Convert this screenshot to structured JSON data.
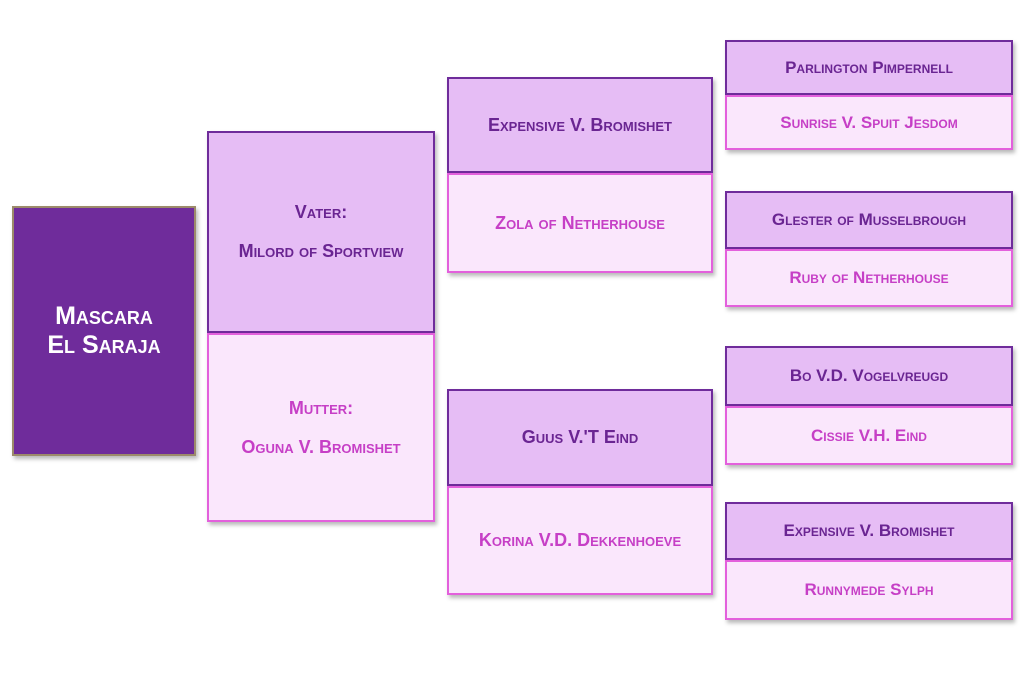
{
  "subject": {
    "line1": "Mascara",
    "line2": "El Saraja"
  },
  "parents": {
    "sire": {
      "label": "Vater:",
      "name": "Milord of Sportview"
    },
    "dam": {
      "label": "Mutter:",
      "name": "Oguna V. Bromishet"
    }
  },
  "grandparents": {
    "paternal_sire": "Expensive V. Bromishet",
    "paternal_dam": "Zola of Netherhouse",
    "maternal_sire": "Guus V.'T Eind",
    "maternal_dam": "Korina V.D. Dekkenhoeve"
  },
  "great_grandparents": [
    {
      "sire": "Parlington Pimpernell",
      "dam": "Sunrise V. Spuit Jesdom"
    },
    {
      "sire": "Glester of Musselbrough",
      "dam": "Ruby of Netherhouse"
    },
    {
      "sire": "Bo V.D. Vogelvreugd",
      "dam": "Cissie V.H. Eind"
    },
    {
      "sire": "Expensive V. Bromishet",
      "dam": "Runnymede Sylph"
    }
  ],
  "colors": {
    "subject_fill": "#6f2c9b",
    "sire_fill": "#e6bdf5",
    "sire_border": "#6f2c9b",
    "sire_text": "#6a2592",
    "dam_fill": "#fae7fc",
    "dam_border": "#e360dc",
    "dam_text": "#c63fc6"
  }
}
